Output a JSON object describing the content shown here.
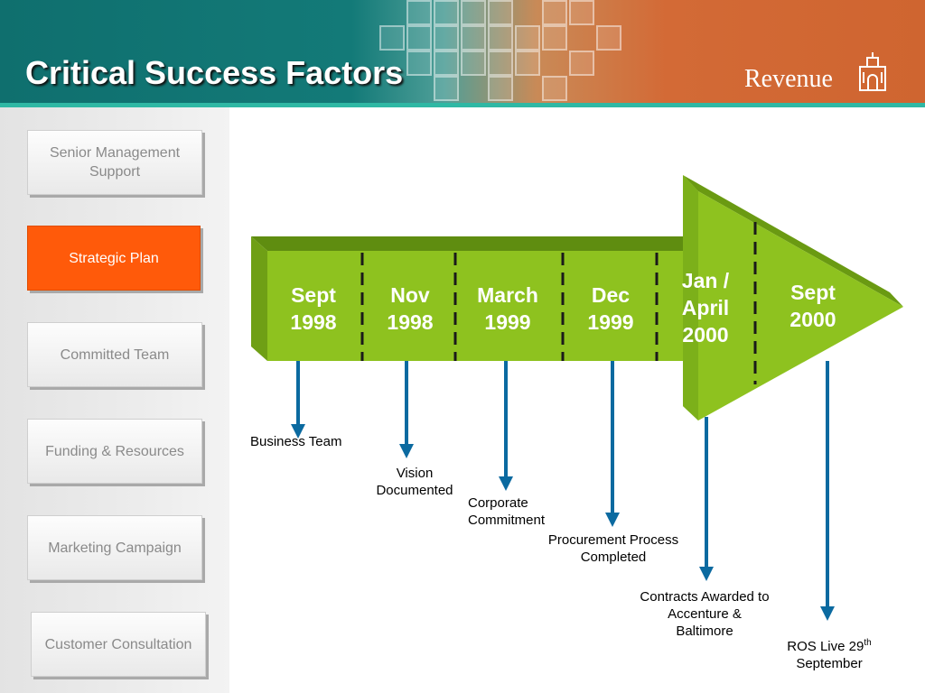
{
  "header": {
    "title": "Critical Success Factors",
    "brand": "Revenue"
  },
  "sidebar": {
    "items": [
      {
        "label": "Senior Management Support",
        "active": false
      },
      {
        "label": "Strategic Plan",
        "active": true
      },
      {
        "label": "Committed Team",
        "active": false
      },
      {
        "label": "Funding & Resources",
        "active": false
      },
      {
        "label": "Marketing Campaign",
        "active": false
      },
      {
        "label": "Customer Consultation",
        "active": false
      }
    ]
  },
  "timeline": {
    "periods": [
      {
        "line1": "Sept",
        "line2": "1998"
      },
      {
        "line1": "Nov",
        "line2": "1998"
      },
      {
        "line1": "March",
        "line2": "1999"
      },
      {
        "line1": "Dec",
        "line2": "1999"
      },
      {
        "line1": "Jan /",
        "line2": "April",
        "line3": "2000"
      },
      {
        "line1": "Sept",
        "line2": "2000"
      }
    ],
    "milestones": [
      {
        "text": "Business Team"
      },
      {
        "line1": "Vision",
        "line2": "Documented"
      },
      {
        "line1": "Corporate",
        "line2": "Commitment"
      },
      {
        "line1": "Procurement Process",
        "line2": "Completed"
      },
      {
        "line1": "Contracts Awarded to",
        "line2": "Accenture &",
        "line3": "Baltimore"
      },
      {
        "line1": "ROS Live 29",
        "sup": "th",
        "line2": "September"
      }
    ]
  },
  "colors": {
    "arrow_green": "#8ec21f",
    "arrow_dark": "#5f8d10",
    "marker_blue": "#0b6aa0",
    "active_orange": "#ff5a0a"
  }
}
